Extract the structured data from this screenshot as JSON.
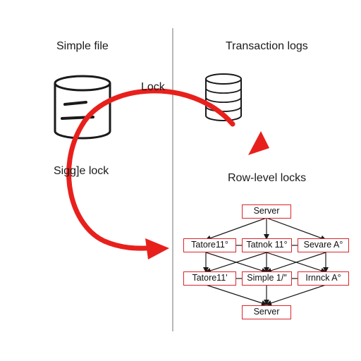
{
  "left_panel": {
    "title": "Simple file",
    "lock_label": "Sigg]e lock",
    "icon": "database-cylinder-icon"
  },
  "right_panel": {
    "title": "Transaction logs",
    "lock_label": "Row-level locks",
    "icon": "stacked-database-icon"
  },
  "arrow": {
    "label": "Lock",
    "color": "#e8201c"
  },
  "tree": {
    "top": "Server",
    "row1": [
      "Tatore11°",
      "Tatnok 11°",
      "Sevare A°"
    ],
    "row2": [
      "Tatore11'",
      "Simple 1/″",
      "Irnnck A°"
    ],
    "bottom": "Server",
    "box_border_color": "#d9262b"
  }
}
